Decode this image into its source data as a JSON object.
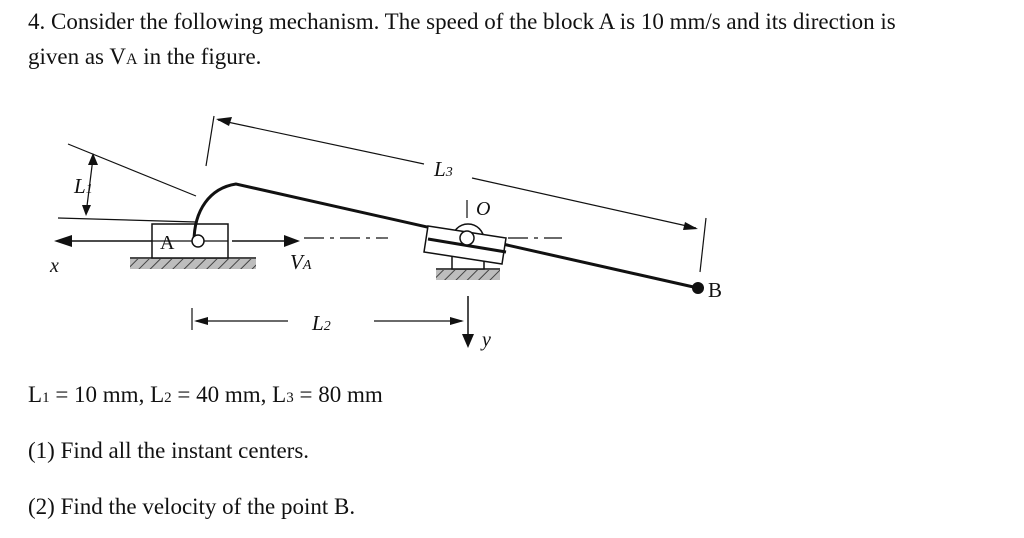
{
  "question": {
    "number": "4.",
    "line1": "Consider the following mechanism. The speed of the block A is 10 mm/s and its direction is",
    "line2_pre": "given as V",
    "line2_sc": "A",
    "line2_post": " in the figure."
  },
  "figure": {
    "label_L1": "L",
    "label_L1_sub": "1",
    "label_L2": "L",
    "label_L2_sub": "2",
    "label_L3": "L",
    "label_L3_sub": "3",
    "label_A": "A",
    "label_O": "O",
    "label_B": "B",
    "label_x": "x",
    "label_y": "y",
    "label_VA": "V",
    "label_VA_sub": "A"
  },
  "given": {
    "L1": "L",
    "L1_sub": "1",
    "L1_val": " = 10 mm, ",
    "L2": "L",
    "L2_sub": "2",
    "L2_val": " = 40 mm, ",
    "L3": "L",
    "L3_sub": "3",
    "L3_val": " = 80 mm"
  },
  "tasks": {
    "task1": "(1) Find all the instant centers.",
    "task2": "(2) Find the velocity of the point B."
  }
}
